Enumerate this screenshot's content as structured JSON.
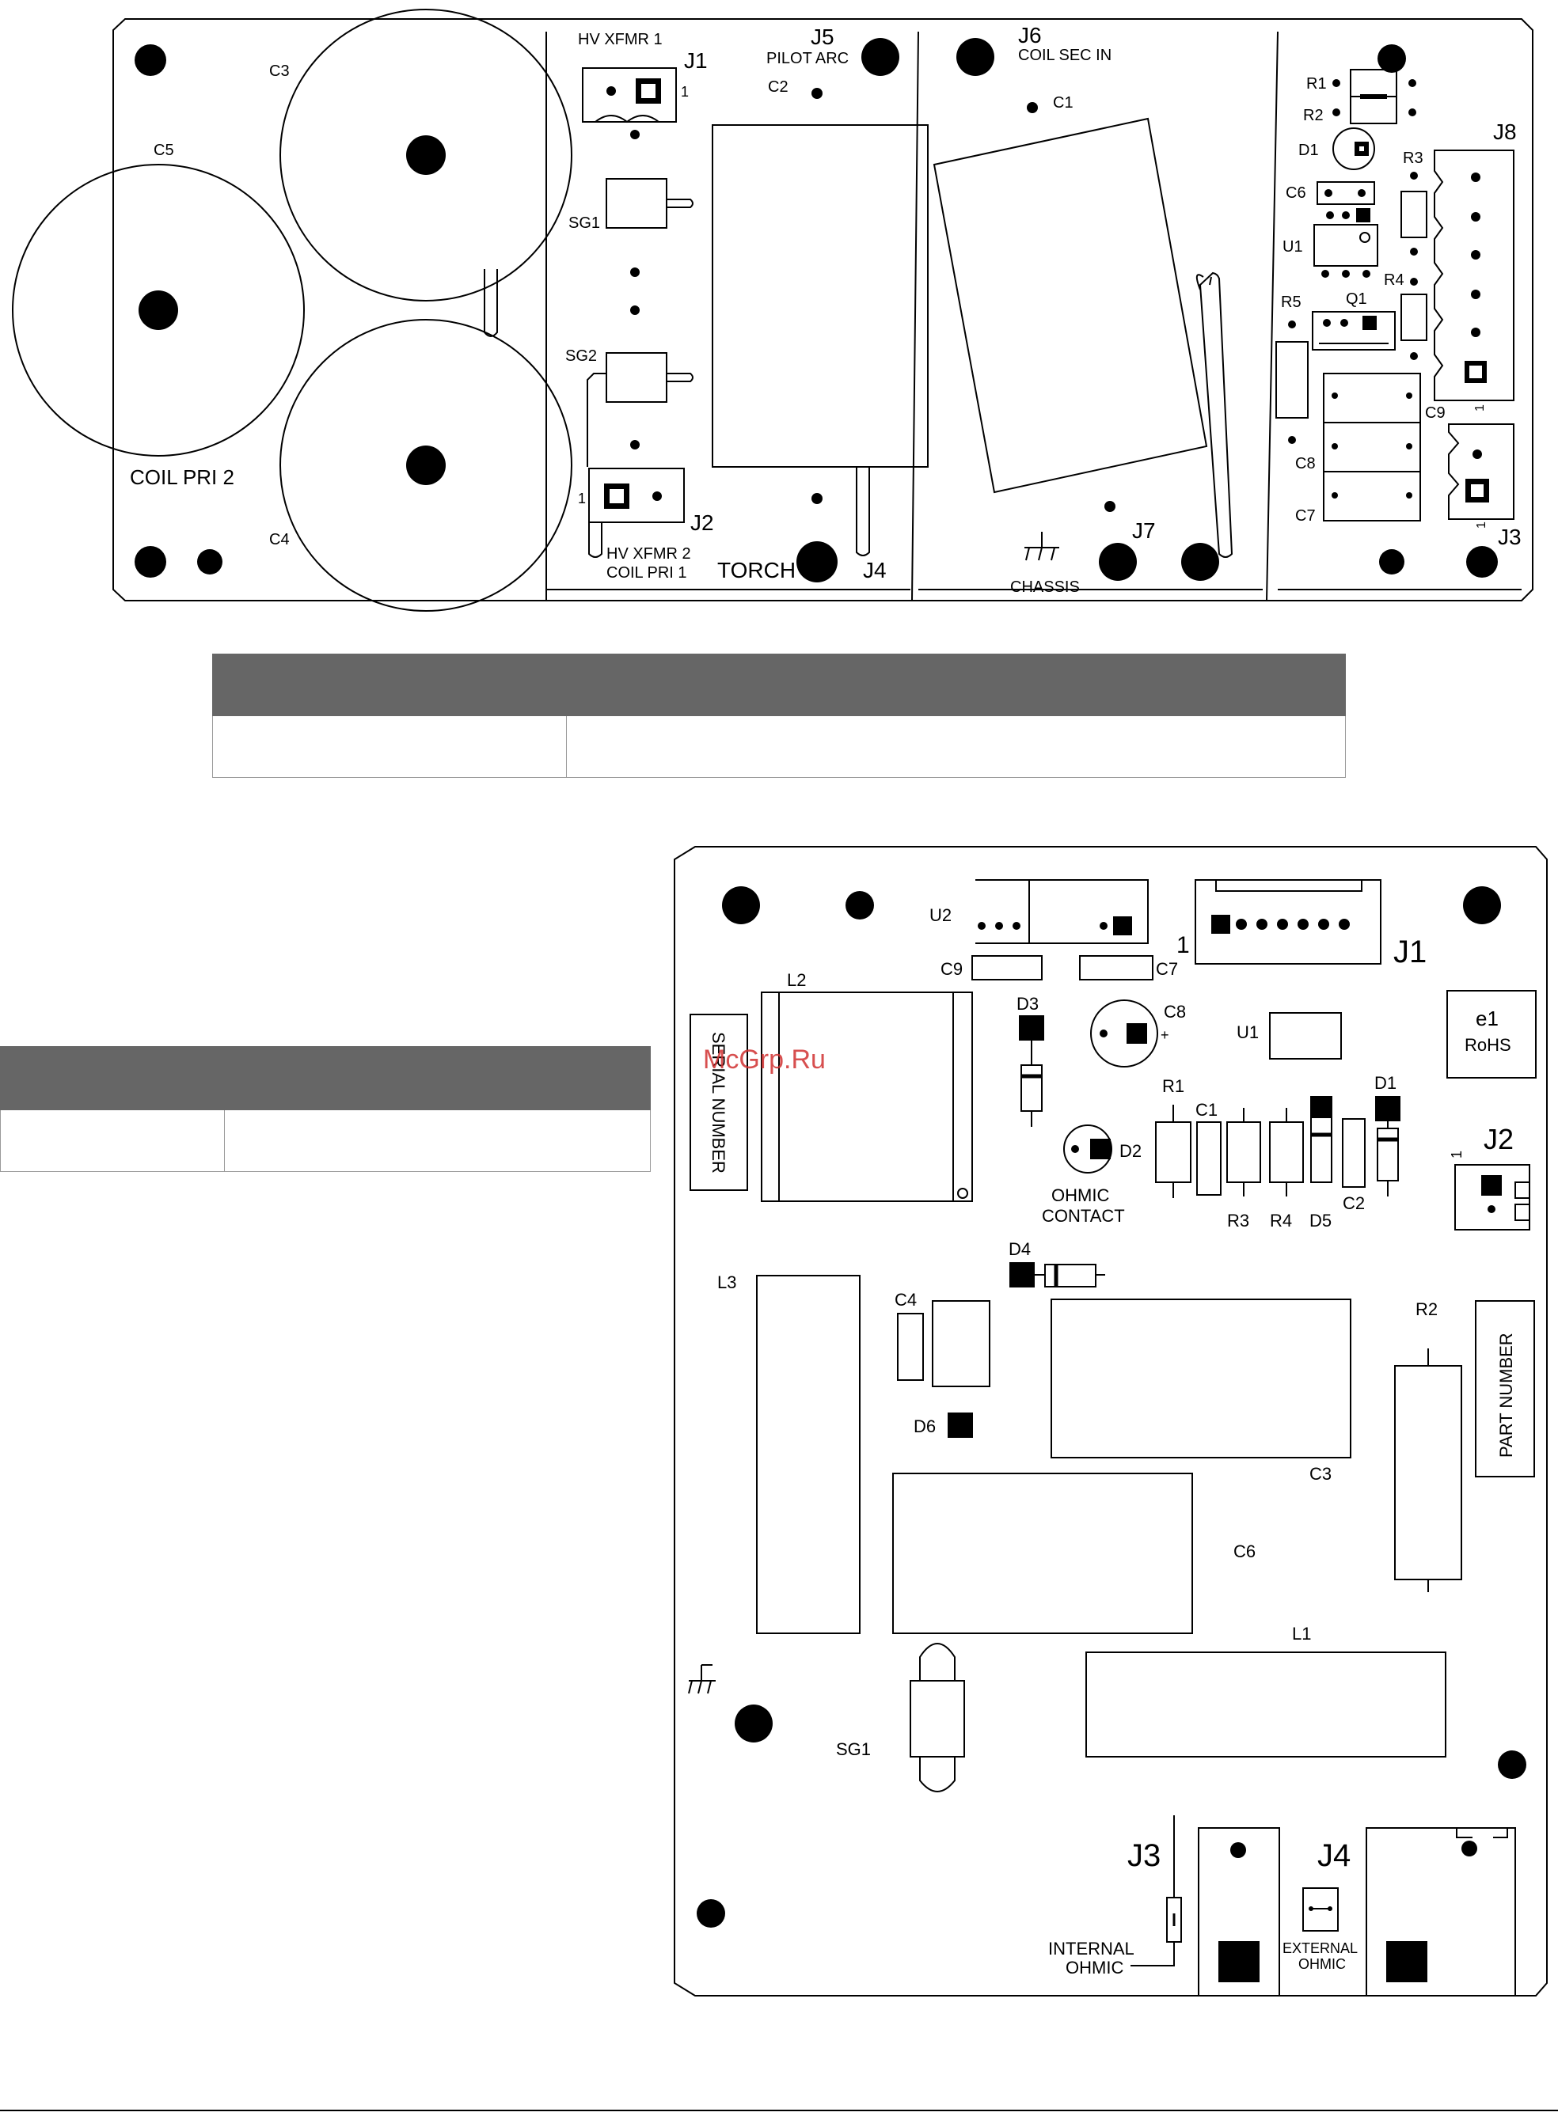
{
  "colors": {
    "ink": "#000000",
    "header_fill": "#666666",
    "watermark": "#d03030"
  },
  "top_board": {
    "labels": {
      "hv_xfmr_1": "HV XFMR 1",
      "j1": "J1",
      "pin1_j1": "1",
      "j5": "J5",
      "pilot_arc": "PILOT ARC",
      "j6": "J6",
      "coil_sec_in": "COIL SEC IN",
      "c1": "C1",
      "c2": "C2",
      "c3": "C3",
      "c4": "C4",
      "c5": "C5",
      "c6": "C6",
      "c7": "C7",
      "c8": "C8",
      "c9": "C9",
      "r1": "R1",
      "r2": "R2",
      "r3": "R3",
      "r4": "R4",
      "r5": "R5",
      "d1": "D1",
      "u1": "U1",
      "q1": "Q1",
      "j8": "J8",
      "pin1_j8": "1",
      "pin1_j3": "1",
      "j3": "J3",
      "sg1": "SG1",
      "sg2": "SG2",
      "coil_pri_2": "COIL PRI 2",
      "pin1_j2": "1",
      "j2": "J2",
      "hv_xfmr_2": "HV XFMR 2",
      "coil_pri_1": "COIL PRI 1",
      "torch": "TORCH",
      "j4": "J4",
      "j7": "J7",
      "chassis": "CHASSIS"
    }
  },
  "bottom_board": {
    "labels": {
      "u2": "U2",
      "j1": "J1",
      "pin1_j1": "1",
      "c9": "C9",
      "c7": "C7",
      "l2": "L2",
      "d3": "D3",
      "c8": "C8",
      "plus": "+",
      "u1": "U1",
      "e1": "e1",
      "rohs": "RoHS",
      "serial_number": "SERIAL NUMBER",
      "r1": "R1",
      "c1": "C1",
      "d1": "D1",
      "j2": "J2",
      "pin1_j2": "1",
      "d2": "D2",
      "ohmic": "OHMIC",
      "contact": "CONTACT",
      "r3": "R3",
      "r4": "R4",
      "d5": "D5",
      "c2": "C2",
      "d4": "D4",
      "l3": "L3",
      "c4": "C4",
      "r2": "R2",
      "part_number": "PART NUMBER",
      "d6": "D6",
      "c3": "C3",
      "c6": "C6",
      "l1": "L1",
      "sg1": "SG1",
      "j3": "J3",
      "j4": "J4",
      "internal": "INTERNAL",
      "internal_ohmic": "OHMIC",
      "external": "EXTERNAL",
      "external_ohmic": "OHMIC"
    }
  },
  "watermark": "McGrp.Ru"
}
